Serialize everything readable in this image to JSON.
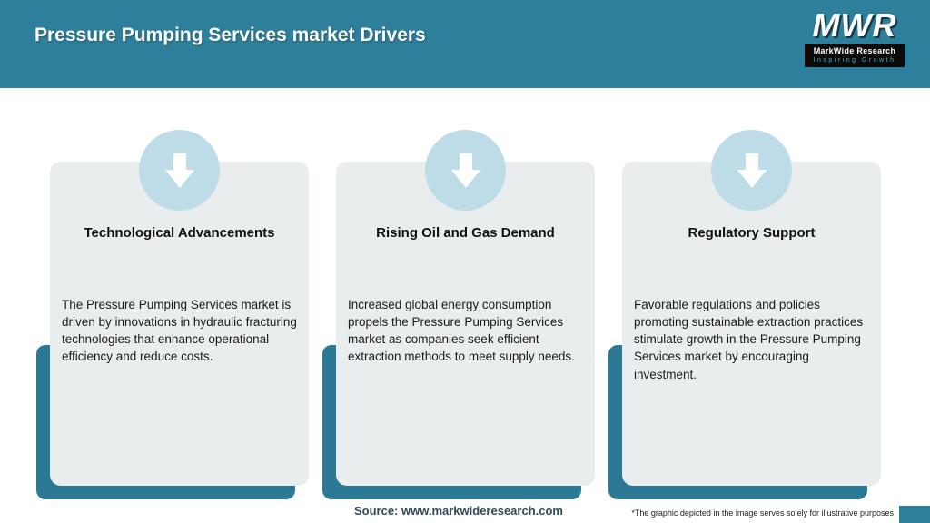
{
  "header": {
    "title": "Pressure Pumping Services market Drivers",
    "logo": {
      "acronym": "MWR",
      "name": "MarkWide Research",
      "tagline": "Inspiring Growth"
    }
  },
  "cards": [
    {
      "icon": "arrow-down-icon",
      "title": "Technological Advancements",
      "body": "The Pressure Pumping Services market is driven by innovations in hydraulic fracturing technologies that enhance operational efficiency and reduce costs."
    },
    {
      "icon": "arrow-down-icon",
      "title": "Rising Oil and Gas Demand",
      "body": "Increased global energy consumption propels the Pressure Pumping Services market as companies seek efficient extraction methods to meet supply needs."
    },
    {
      "icon": "arrow-down-icon",
      "title": "Regulatory Support",
      "body": "Favorable regulations and policies promoting sustainable extraction practices stimulate growth in the Pressure Pumping Services market by encouraging investment."
    }
  ],
  "footer": {
    "source": "Source: www.markwideresearch.com",
    "disclaimer": "*The graphic depicted in the image serves solely for illustrative purposes"
  },
  "colors": {
    "header_teal": "#2e7f9b",
    "card_shadow_teal": "#2b7995",
    "card_background": "#e9edee",
    "icon_circle_blue": "#bedce8",
    "arrow_white": "#ffffff"
  }
}
